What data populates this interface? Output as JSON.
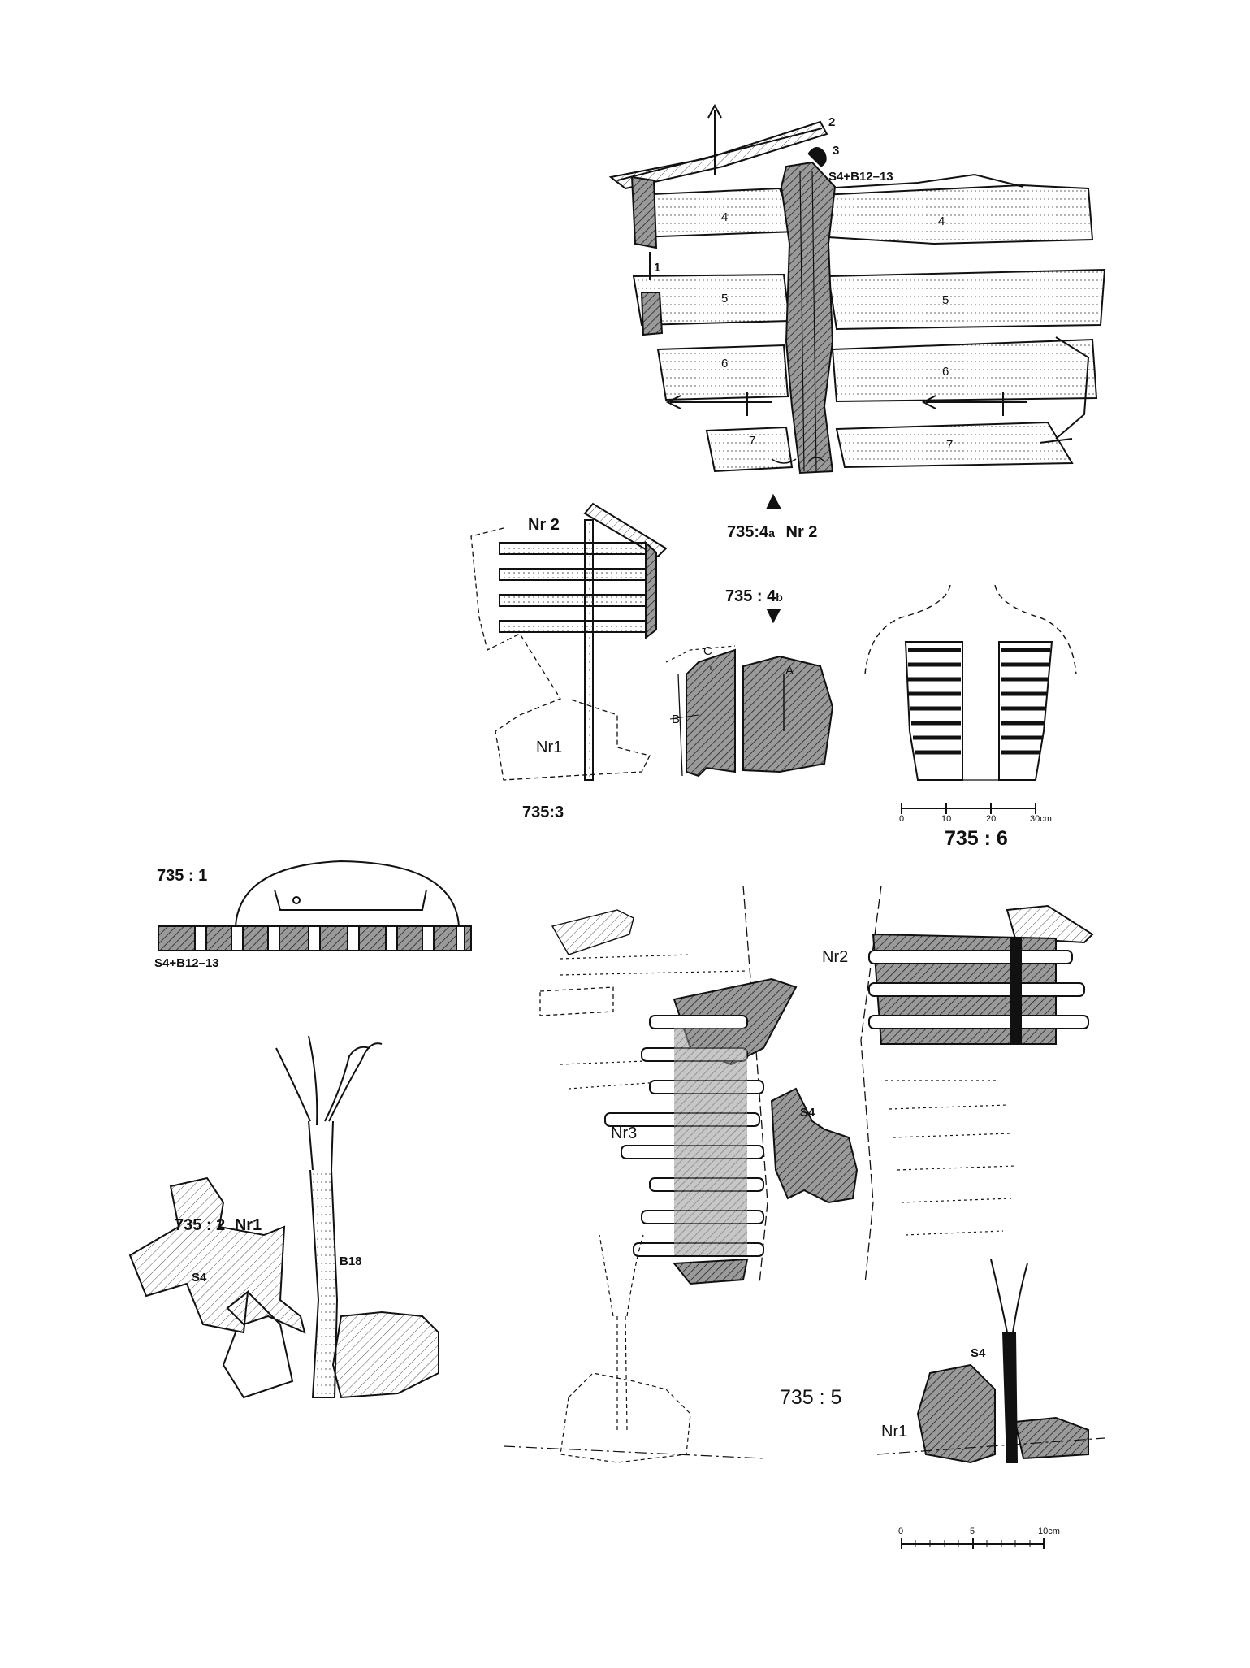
{
  "plate": {
    "fig_4": {
      "title": "735:4",
      "sub_a": "a",
      "label_nr2": "Nr 2",
      "title_b": "735 : 4",
      "sub_b": "b",
      "callout_1": "1",
      "callout_2": "2",
      "callout_3": "3",
      "sample_label": "S4+B12–13",
      "bands": [
        "4",
        "5",
        "6",
        "7"
      ],
      "letter_a": "A",
      "letter_b": "B",
      "letter_c": "C"
    },
    "fig_3": {
      "title": "735:3",
      "label_nr2": "Nr 2",
      "label_nr1": "Nr1"
    },
    "fig_6": {
      "title": "735 : 6",
      "scale_ticks": [
        "0",
        "10",
        "20",
        "30cm"
      ]
    },
    "fig_1": {
      "title": "735 : 1",
      "sample_label": "S4+B12–13"
    },
    "fig_2": {
      "title": "735 : 2",
      "label_nr1": "Nr1",
      "label_b18": "B18",
      "label_s4": "S4"
    },
    "fig_5": {
      "title": "735 : 5",
      "label_nr2": "Nr2",
      "label_nr3": "Nr3",
      "label_s4_center": "S4",
      "label_s4_lower": "S4",
      "label_nr1": "Nr1",
      "scale_ticks": [
        "0",
        "5",
        "10cm"
      ]
    }
  },
  "colors": {
    "ink": "#111111",
    "paper": "#ffffff",
    "shade": "#8c8c8c"
  }
}
